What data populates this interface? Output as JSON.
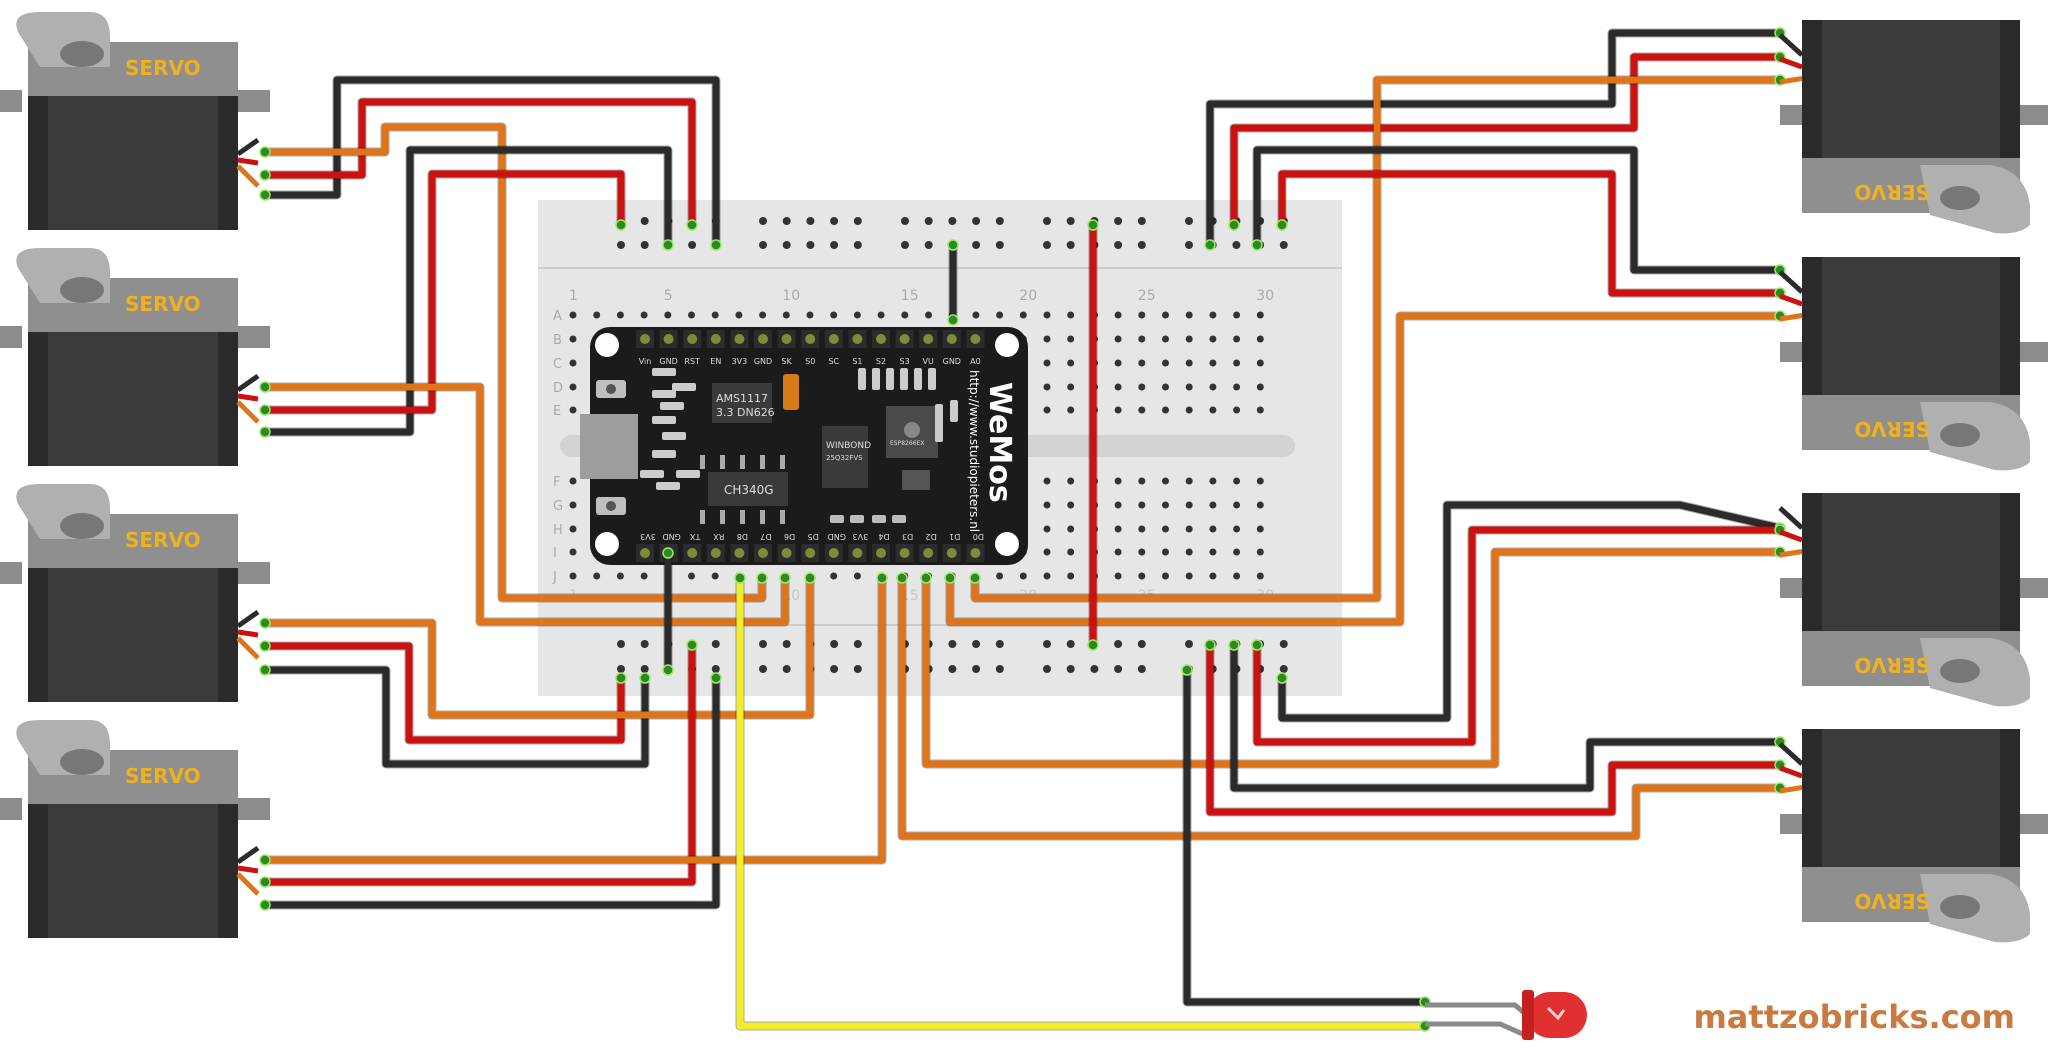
{
  "breadboard": {
    "row_letters_top": [
      "A",
      "B",
      "C",
      "D",
      "E"
    ],
    "row_letters_bottom": [
      "F",
      "G",
      "H",
      "I",
      "J"
    ],
    "column_numbers": [
      "1",
      "5",
      "10",
      "15",
      "20",
      "25",
      "30"
    ]
  },
  "board": {
    "top_pins": [
      "Vin",
      "GND",
      "RST",
      "EN",
      "3V3",
      "GND",
      "SK",
      "S0",
      "SC",
      "S1",
      "S2",
      "S3",
      "VU",
      "GND",
      "A0"
    ],
    "bottom_pins": [
      "3V3",
      "GND",
      "TX",
      "RX",
      "D8",
      "D7",
      "D6",
      "D5",
      "GND",
      "3V3",
      "D4",
      "D3",
      "D2",
      "D1",
      "D0"
    ],
    "regulator_label_1": "AMS1117",
    "regulator_label_2": "3.3 DN626",
    "usb_chip_label": "CH340G",
    "flash_label_1": "WINBOND",
    "flash_label_2": "25Q32FVS",
    "module_label": "ESP8266EX",
    "url": "http://www.studiopieters.nl",
    "logo": "WeMos"
  },
  "servos": {
    "label": "SERVO",
    "left_count": 4,
    "right_count": 4
  },
  "watermark": "mattzobricks.com",
  "colors": {
    "wire_black": "#2b2b2b",
    "wire_red": "#cc1111",
    "wire_orange": "#e07418",
    "wire_yellow": "#f2ee2a",
    "servo_body": "#3b3b3b",
    "servo_label": "#f0b020",
    "breadboard": "#e6e6e6",
    "board": "#1b1b1b",
    "led": "#e03030",
    "watermark": "#c87a40"
  }
}
